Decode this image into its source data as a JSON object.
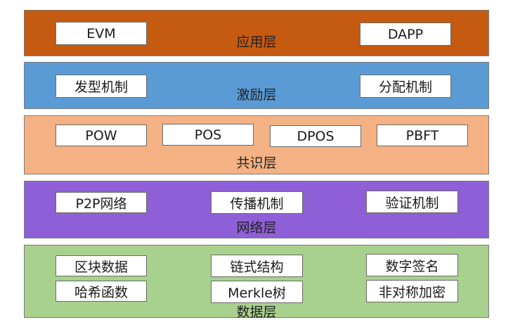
{
  "layers": {
    "application": {
      "label": "应用层",
      "color": "#c55a11",
      "items": [
        "EVM",
        "DAPP"
      ]
    },
    "incentive": {
      "label": "激励层",
      "color": "#5b9bd5",
      "items": [
        "发型机制",
        "分配机制"
      ]
    },
    "consensus": {
      "label": "共识层",
      "color": "#f4b183",
      "items": [
        "POW",
        "POS",
        "DPOS",
        "PBFT"
      ]
    },
    "network": {
      "label": "网络层",
      "color": "#8e5fd6",
      "items": [
        "P2P网络",
        "传播机制",
        "验证机制"
      ]
    },
    "data": {
      "label": "数据层",
      "color": "#a9d18e",
      "items": [
        "区块数据",
        "链式结构",
        "数字签名",
        "哈希函数",
        "Merkle树",
        "非对称加密"
      ]
    }
  }
}
